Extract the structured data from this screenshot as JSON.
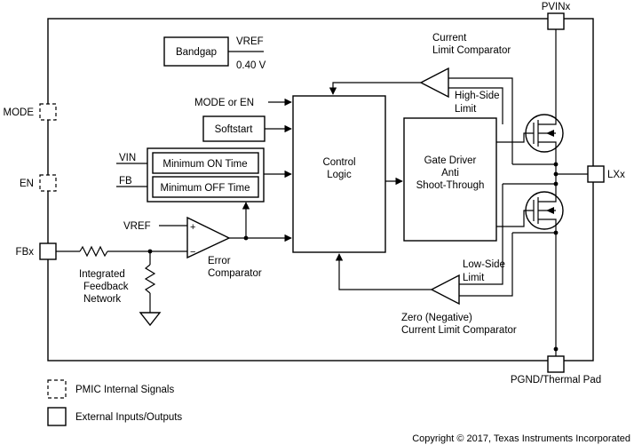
{
  "labels": {
    "pvin": "PVINx",
    "mode_pin": "MODE",
    "en_pin": "EN",
    "fb_pin": "FBx",
    "lx_pin": "LXx",
    "pgnd": "PGND/Thermal Pad",
    "bandgap": "Bandgap",
    "vref_out": "VREF",
    "vref_value": "0.40 V",
    "current_limit_1": "Current",
    "current_limit_2": "Limit Comparator",
    "high_side_1": "High-Side",
    "high_side_2": "Limit",
    "mode_or_en": "MODE or EN",
    "softstart": "Softstart",
    "vin": "VIN",
    "fb": "FB",
    "min_on": "Minimum ON Time",
    "min_off": "Minimum OFF Time",
    "control_1": "Control",
    "control_2": "Logic",
    "gate_1": "Gate Driver",
    "gate_2": "Anti",
    "gate_3": "Shoot-Through",
    "vref_in": "VREF",
    "plus": "+",
    "minus": "−",
    "error_1": "Error",
    "error_2": "Comparator",
    "integrated_1": "Integrated",
    "integrated_2": "Feedback",
    "integrated_3": "Network",
    "low_side_1": "Low-Side",
    "low_side_2": "Limit",
    "zero_1": "Zero (Negative)",
    "zero_2": "Current Limit Comparator"
  },
  "legend": {
    "internal": "PMIC Internal Signals",
    "external": "External Inputs/Outputs"
  },
  "copyright": "Copyright © 2017, Texas Instruments Incorporated"
}
